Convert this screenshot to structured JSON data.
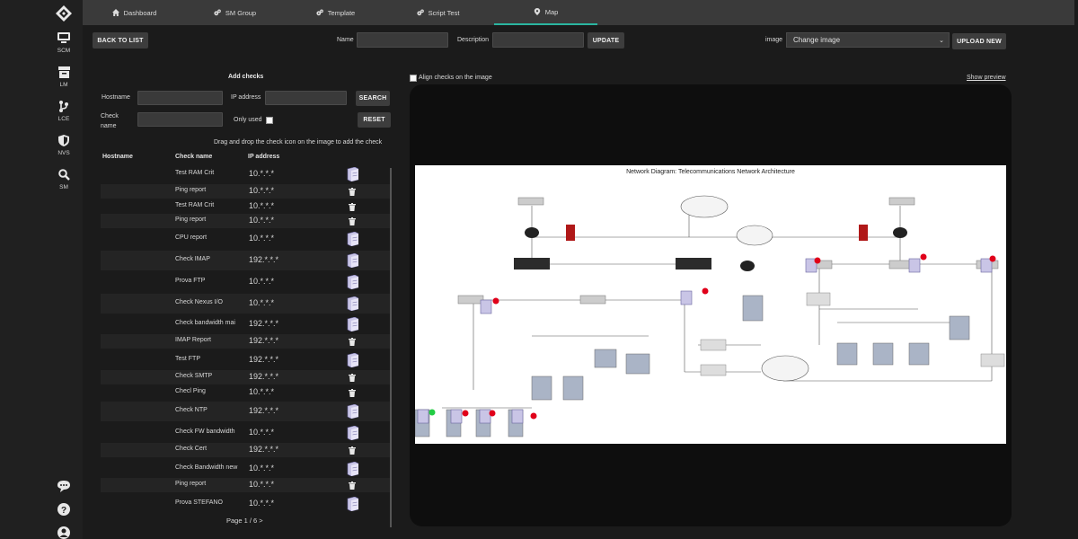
{
  "sidebar": {
    "items": [
      {
        "label": "SCM",
        "icon": "monitor-icon"
      },
      {
        "label": "LM",
        "icon": "archive-icon"
      },
      {
        "label": "LCE",
        "icon": "branch-icon"
      },
      {
        "label": "NVS",
        "icon": "shield-icon"
      },
      {
        "label": "SM",
        "icon": "search-icon"
      }
    ],
    "bottom_icons": [
      "chat-icon",
      "help-icon",
      "user-icon"
    ]
  },
  "tabs": [
    {
      "label": "Dashboard",
      "icon": "home-icon"
    },
    {
      "label": "SM Group",
      "icon": "gears-icon"
    },
    {
      "label": "Template",
      "icon": "gears-icon"
    },
    {
      "label": "Script Test",
      "icon": "gears-icon"
    },
    {
      "label": "Map",
      "icon": "map-pin-icon",
      "active": true
    }
  ],
  "toolbar": {
    "back_label": "BACK TO LIST",
    "name_label": "Name",
    "name_value": "",
    "description_label": "Description",
    "description_value": "",
    "update_label": "UPDATE",
    "image_label": "image",
    "image_select": "Change image",
    "upload_label": "UPLOAD NEW"
  },
  "add_checks": {
    "title": "Add checks",
    "hostname_label": "Hostname",
    "ip_label": "IP address",
    "search_label": "SEARCH",
    "check_name_label": "Check name",
    "only_used_label": "Only used",
    "reset_label": "RESET",
    "hint": "Drag and drop the check icon on the image to add the check"
  },
  "table": {
    "headers": [
      "Hostname",
      "Check name",
      "IP address"
    ],
    "rows": [
      {
        "name": "Test RAM Crit",
        "ip": "10.*.*.*",
        "icon": "server-icon"
      },
      {
        "name": "Ping report",
        "ip": "10.*.*.*",
        "icon": "trash-icon"
      },
      {
        "name": "Test RAM Crit",
        "ip": "10.*.*.*",
        "icon": "trash-icon"
      },
      {
        "name": "Ping report",
        "ip": "10.*.*.*",
        "icon": "trash-icon"
      },
      {
        "name": "CPU report",
        "ip": "10.*.*.*",
        "icon": "server-icon"
      },
      {
        "name": "Check IMAP",
        "ip": "192.*.*.*",
        "icon": "server-icon"
      },
      {
        "name": "Prova FTP",
        "ip": "10.*.*.*",
        "icon": "server-icon"
      },
      {
        "name": "Check Nexus I/O",
        "ip": "10.*.*.*",
        "icon": "server-icon"
      },
      {
        "name": "Check bandwidth mai",
        "ip": "192.*.*.*",
        "icon": "server-icon"
      },
      {
        "name": "IMAP Report",
        "ip": "192.*.*.*",
        "icon": "trash-icon"
      },
      {
        "name": "Test FTP",
        "ip": "192.*.*.*",
        "icon": "server-icon"
      },
      {
        "name": "Check SMTP",
        "ip": "192.*.*.*",
        "icon": "trash-icon"
      },
      {
        "name": "Checl Ping",
        "ip": "10.*.*.*",
        "icon": "trash-icon"
      },
      {
        "name": "Check NTP",
        "ip": "192.*.*.*",
        "icon": "server-icon"
      },
      {
        "name": "Check FW bandwidth",
        "ip": "10.*.*.*",
        "icon": "server-icon"
      },
      {
        "name": "Check Cert",
        "ip": "192.*.*.*",
        "icon": "trash-icon"
      },
      {
        "name": "Check Bandwidth new",
        "ip": "10.*.*.*",
        "icon": "server-icon"
      },
      {
        "name": "Ping report",
        "ip": "10.*.*.*",
        "icon": "trash-icon"
      },
      {
        "name": "Prova STEFANO",
        "ip": "10.*.*.*",
        "icon": "server-icon"
      }
    ],
    "pagination": "Page 1 / 6 >"
  },
  "map_panel": {
    "align_label": "Align checks on the image",
    "show_preview_label": "Show preview",
    "diagram_title": "Network Diagram: Telecommunications Network Architecture"
  },
  "colors": {
    "accent": "#2ab5a0",
    "alert": "#e0001a",
    "ok": "#22cc44"
  }
}
